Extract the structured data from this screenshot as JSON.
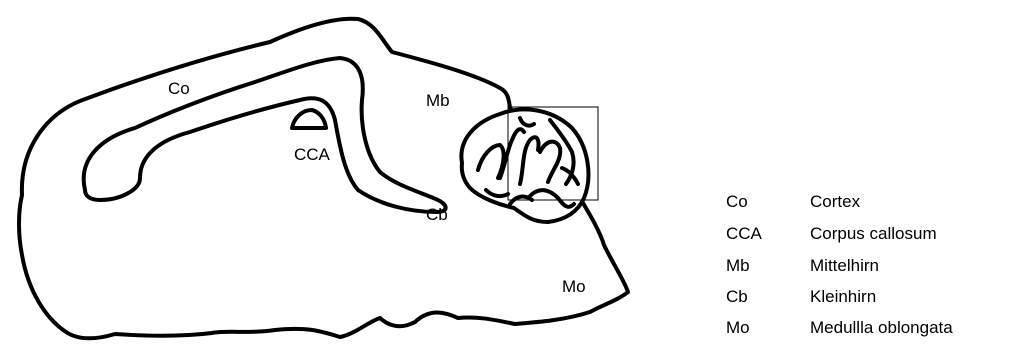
{
  "labels": {
    "co": "Co",
    "cca": "CCA",
    "mb": "Mb",
    "cb": "Cb",
    "mo": "Mo"
  },
  "legend": [
    {
      "abbr": "Co",
      "name": "Cortex"
    },
    {
      "abbr": "CCA",
      "name": "Corpus callosum"
    },
    {
      "abbr": "Mb",
      "name": "Mittelhirn"
    },
    {
      "abbr": "Cb",
      "name": "Kleinhirn"
    },
    {
      "abbr": "Mo",
      "name": "Medullla oblongata"
    }
  ]
}
